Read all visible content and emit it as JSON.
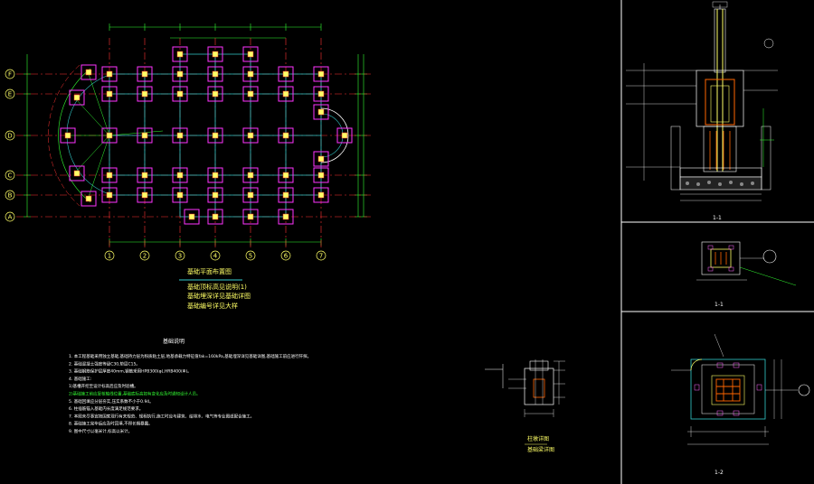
{
  "colors": {
    "background": "#000000",
    "axis_line": "#ff3333",
    "dimension": "#33ff33",
    "beam": "#33cccc",
    "footing": "#ff33ff",
    "column": "#ffff66",
    "text": "#ffff66",
    "white": "#ffffff",
    "rebar": "#ff6600",
    "frame_divider": "#ffffff"
  },
  "plan": {
    "row_axes": [
      "F",
      "E",
      "D",
      "C",
      "B",
      "A"
    ],
    "col_axes": [
      "1",
      "2",
      "3",
      "4",
      "5",
      "6",
      "7"
    ]
  },
  "legend": {
    "lines": [
      "基础平面布置图",
      "基础顶标高见说明(1)",
      "基础埋深详见基础详图",
      "基础编号详见大样"
    ]
  },
  "notes": {
    "title": "基础说明",
    "lines": [
      "1. 本工程基础采用独立基础,基础持力层为粉质粘土层,地基承载力特征值fak=160kPa,基础埋深详见基础详图,基础施工前应进行钎探。",
      "2. 基础混凝土强度等级C30,垫层C15。",
      "3. 基础钢筋保护层厚度40mm,钢筋采用HPB300(φ),HRB400(Φ)。",
      "4. 基础施工:",
      "1)基槽开挖至设计标高后应及时验槽。",
      "2)基础施工前应复核轴线位置,基础底标高如有变化应及时通知设计人员。",
      "5. 基础回填应分层夯实,压实系数不小于0.94。",
      "6. 柱插筋锚入基础内长度满足规范要求。",
      "7. 本图未尽事宜按国家现行有关规范、规程执行,施工时应与建筑、给排水、电气等专业图纸配合施工。",
      "8. 基础施工完毕后应及时回填,不得长期暴露。",
      "9. 图中尺寸以毫米计,标高以米计。"
    ],
    "highlight_index": 5
  },
  "detail_small": {
    "title": "柱墩详图",
    "subtitle": "基础梁详图"
  },
  "section_1_1": {
    "label": "1-1"
  },
  "section_plan_small": {
    "label": "1-1"
  },
  "section_plan_large": {
    "label": "1-2"
  }
}
